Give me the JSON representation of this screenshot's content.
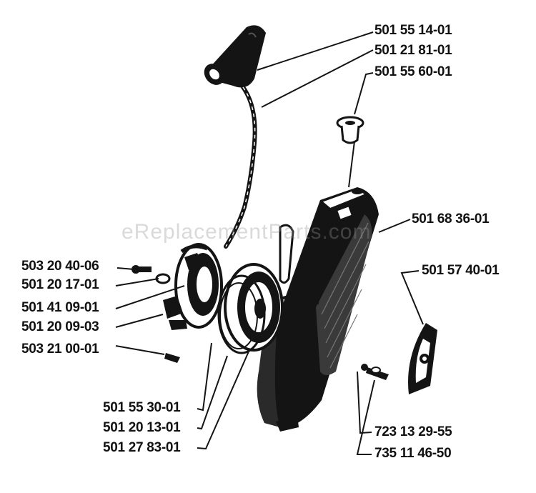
{
  "watermark": "eReplacementParts.com",
  "colors": {
    "ink": "#111111",
    "paper": "#ffffff"
  },
  "part_labels": {
    "p1": "501 55 14-01",
    "p2": "501 21 81-01",
    "p3": "501 55 60-01",
    "p4": "501 68 36-01",
    "p5": "501 57 40-01",
    "p6": "503 20 40-06",
    "p7": "501 20 17-01",
    "p8": "501 41 09-01",
    "p9": "501 20 09-03",
    "p10": "503 21 00-01",
    "p11": "501 55 30-01",
    "p12": "501 20 13-01",
    "p13": "501 27 83-01",
    "p14": "723 13 29-55",
    "p15": "735 11 46-50"
  }
}
